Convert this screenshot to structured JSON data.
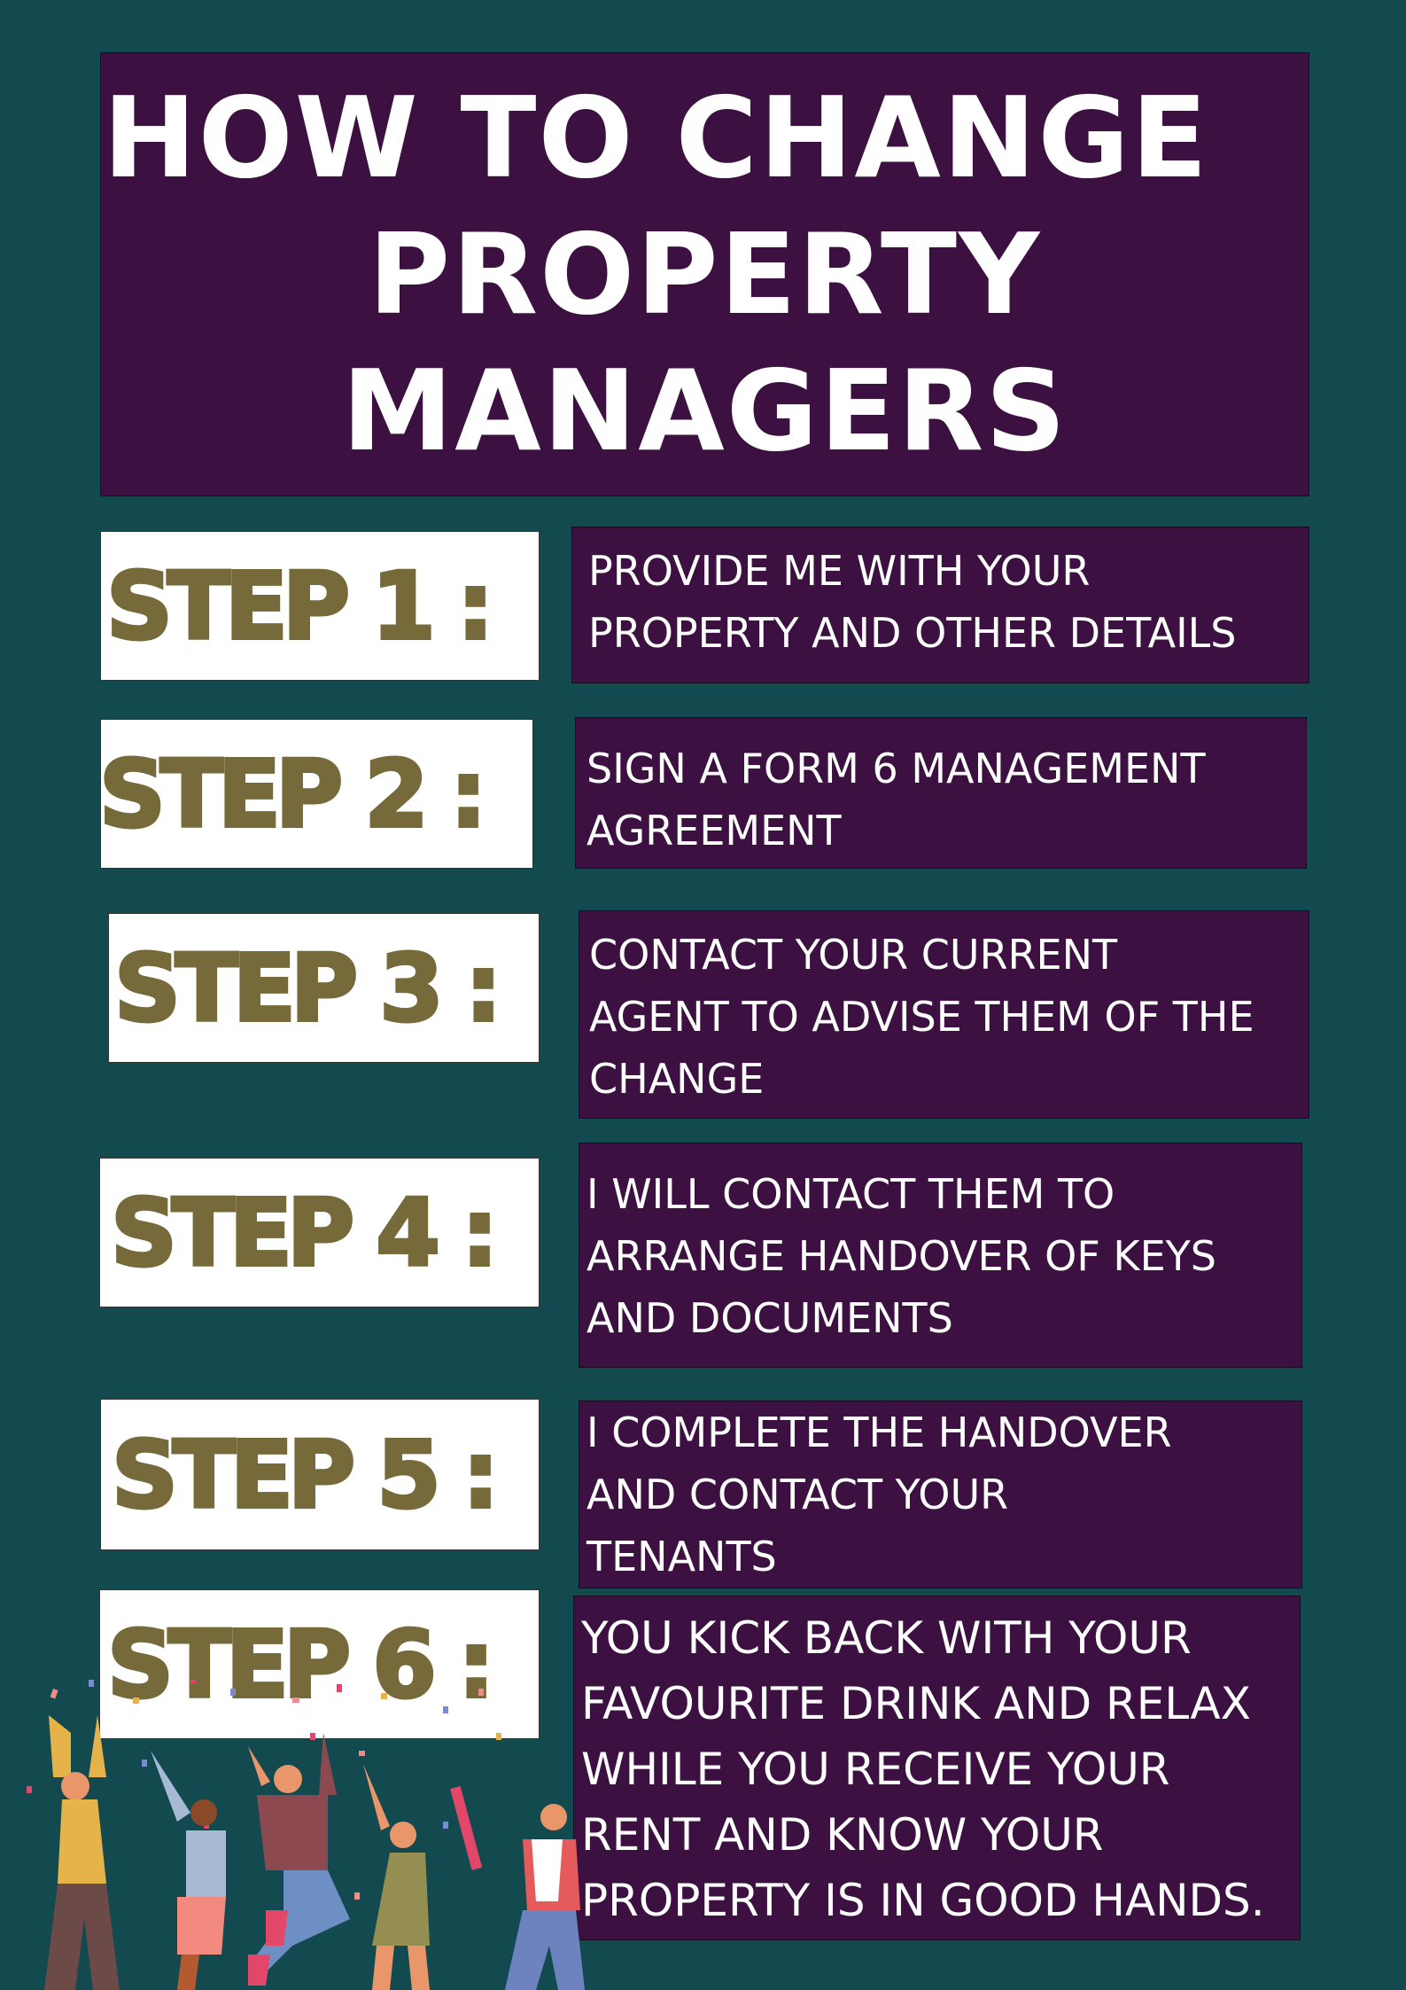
{
  "title": {
    "lines": [
      "HOW TO CHANGE",
      "PROPERTY",
      "MANAGERS"
    ]
  },
  "steps": [
    {
      "label": "STEP 1 :",
      "lines": [
        "PROVIDE ME WITH YOUR",
        "PROPERTY AND OTHER DETAILS"
      ]
    },
    {
      "label": "STEP 2 :",
      "lines": [
        "SIGN A FORM 6 MANAGEMENT",
        "AGREEMENT"
      ]
    },
    {
      "label": "STEP 3 :",
      "lines": [
        "CONTACT YOUR CURRENT",
        "AGENT TO ADVISE THEM OF THE",
        "CHANGE"
      ]
    },
    {
      "label": "STEP 4 :",
      "lines": [
        "I WILL CONTACT THEM TO",
        "ARRANGE HANDOVER OF KEYS",
        "AND DOCUMENTS"
      ]
    },
    {
      "label": "STEP 5 :",
      "lines": [
        "I COMPLETE THE HANDOVER",
        "AND CONTACT YOUR",
        "TENANTS"
      ]
    },
    {
      "label": "STEP 6 :",
      "lines": [
        "YOU KICK BACK WITH YOUR",
        "FAVOURITE DRINK AND RELAX",
        "WHILE YOU RECEIVE YOUR",
        "RENT AND KNOW YOUR",
        "PROPERTY IS IN GOOD HANDS."
      ]
    }
  ],
  "illustration": "celebrating-people-with-confetti",
  "colors": {
    "background": "#134a4f",
    "panel": "#3c1141",
    "step_label_text": "#776a3a",
    "step_label_bg": "#ffffff",
    "text": "#ffffff"
  }
}
